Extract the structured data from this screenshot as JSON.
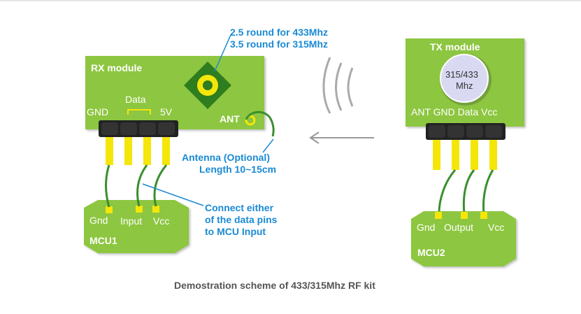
{
  "colors": {
    "board_green": "#8dc63f",
    "board_edge": "#6fa52c",
    "pin_yellow": "#f5e60a",
    "header_black": "#222222",
    "wire_green": "#3a8f2e",
    "annotation_blue": "#1a8ad4",
    "caption_gray": "#555555",
    "chip_lavender": "#d9d9f2"
  },
  "annotations": {
    "round_line1": "2.5 round for 433Mhz",
    "round_line2": "3.5 round for 315Mhz",
    "antenna_line1": "Antenna (Optional)",
    "antenna_line2": "Length 10~15cm",
    "connect_line1": "Connect either",
    "connect_line2": "of the data pins",
    "connect_line3": "to MCU Input"
  },
  "rx": {
    "title": "RX module",
    "data_label": "Data",
    "gnd_label": "GND",
    "v5_label": "5V",
    "ant_label": "ANT"
  },
  "tx": {
    "title": "TX module",
    "chip_line1": "315/433",
    "chip_line2": "Mhz",
    "pin_labels": "ANT GND Data Vcc"
  },
  "mcu1": {
    "name": "MCU1",
    "gnd": "Gnd",
    "input": "Input",
    "vcc": "Vcc"
  },
  "mcu2": {
    "name": "MCU2",
    "gnd": "Gnd",
    "output": "Output",
    "vcc": "Vcc"
  },
  "caption": "Demostration scheme of 433/315Mhz RF kit",
  "icons": [
    "signal-wave-icon",
    "arrow-left-icon",
    "antenna-coil-icon"
  ]
}
